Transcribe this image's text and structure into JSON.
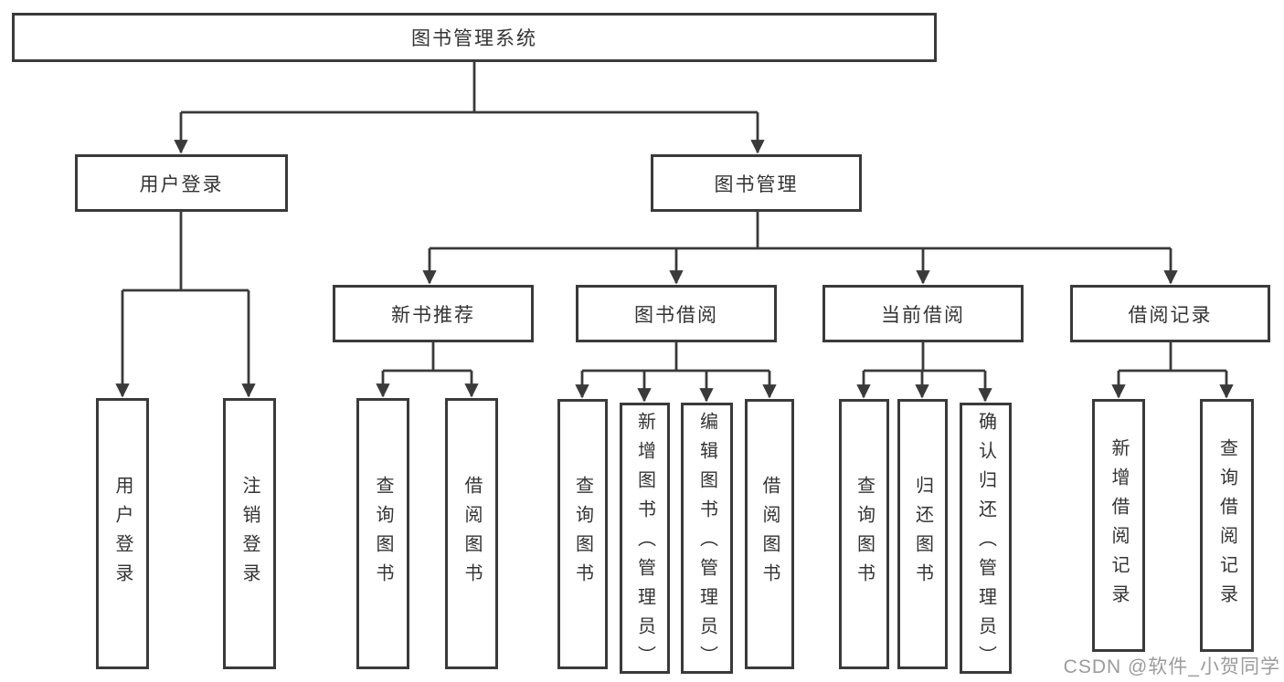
{
  "tree": {
    "root": {
      "label": "图书管理系统"
    },
    "branches": [
      {
        "label": "用户登录",
        "children": [
          {
            "label": "用户登录"
          },
          {
            "label": "注销登录"
          }
        ]
      },
      {
        "label": "图书管理",
        "children": [
          {
            "label": "新书推荐",
            "children": [
              {
                "label": "查询图书"
              },
              {
                "label": "借阅图书"
              }
            ]
          },
          {
            "label": "图书借阅",
            "children": [
              {
                "label": "查询图书"
              },
              {
                "label": "新增图书（管理员）"
              },
              {
                "label": "编辑图书（管理员）"
              },
              {
                "label": "借阅图书"
              }
            ]
          },
          {
            "label": "当前借阅",
            "children": [
              {
                "label": "查询图书"
              },
              {
                "label": "归还图书"
              },
              {
                "label": "确认归还（管理员）"
              }
            ]
          },
          {
            "label": "借阅记录",
            "children": [
              {
                "label": "新增借阅记录"
              },
              {
                "label": "查询借阅记录"
              }
            ]
          }
        ]
      }
    ]
  },
  "watermark": {
    "text": "CSDN @软件_小贺同学"
  },
  "colors": {
    "line": "#3a3a3a",
    "border": "#3a3a3a",
    "text": "#333333",
    "watermark": "#9b9b9b",
    "background": "#ffffff"
  }
}
